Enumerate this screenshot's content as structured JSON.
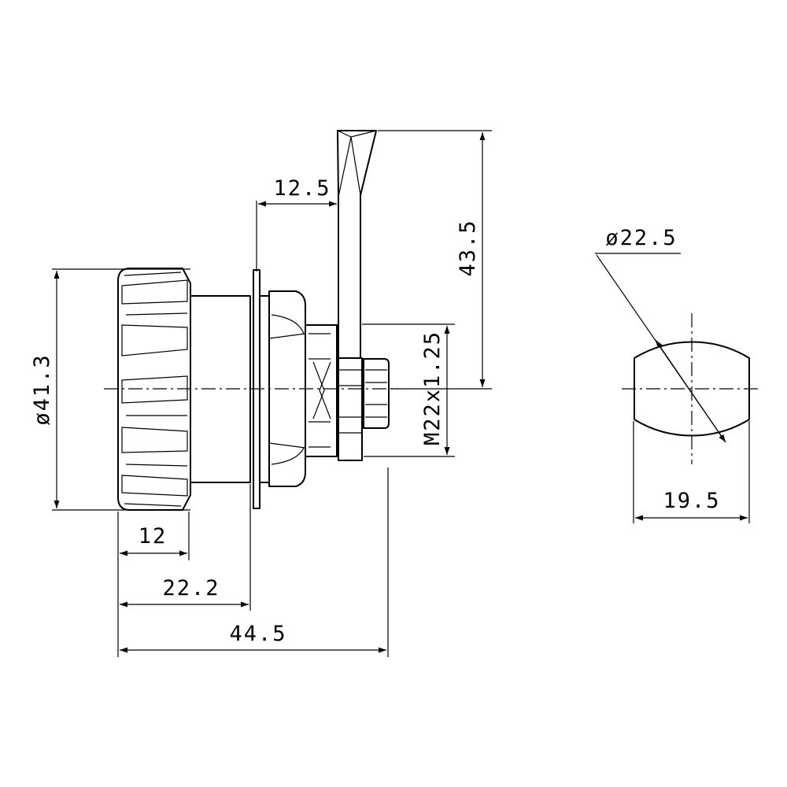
{
  "dimensions": {
    "knob_diameter": "ø41.3",
    "knob_width": "12",
    "body_length": "22.2",
    "overall_length": "44.5",
    "lever_offset": "12.5",
    "lever_height": "43.5",
    "thread": "M22x1.25",
    "cutout_diameter": "ø22.5",
    "cutout_flat": "19.5"
  }
}
